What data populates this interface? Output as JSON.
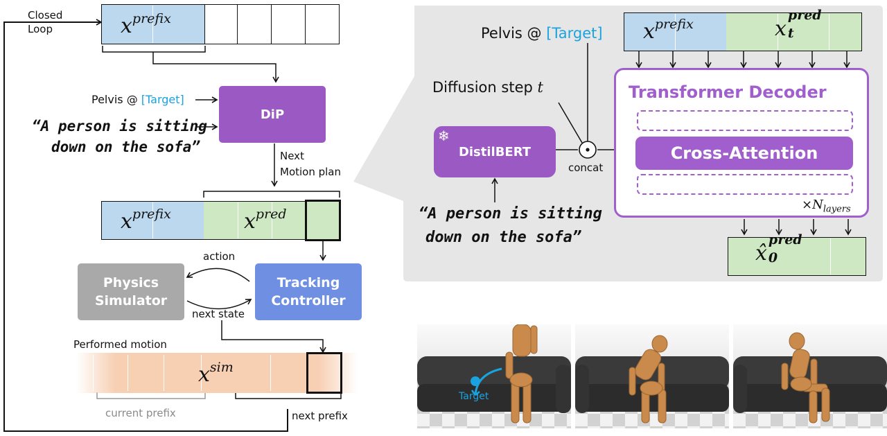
{
  "labels": {
    "closed_loop": "Closed\nLoop",
    "pelvis_left": "Pelvis @ ",
    "target_bracket": "[Target]",
    "quote_line1": "“A person is sitting",
    "quote_line2": "down on the sofa”",
    "dip": "DiP",
    "next_motion_plan": "Next\nMotion plan",
    "action": "action",
    "next_state": "next state",
    "physics_simulator": "Physics\nSimulator",
    "tracking_controller": "Tracking\nController",
    "performed_motion": "Performed motion",
    "current_prefix": "current prefix",
    "next_prefix": "next prefix",
    "pelvis_right": "Pelvis @ ",
    "diffusion_step": "Diffusion step ",
    "diffusion_t": "t",
    "distilbert": "DistilBERT",
    "concat": "concat",
    "transformer_decoder": "Transformer Decoder",
    "cross_attention": "Cross-Attention",
    "n_layers": "×N",
    "n_layers_sub": "layers",
    "target_marker": "Target",
    "snowflake": "❄"
  },
  "math": {
    "x": "x",
    "prefix": "prefix",
    "pred": "pred",
    "sim": "sim",
    "x_t": "x",
    "t_sub": "t",
    "x0": "x̂",
    "zero_sub": "0"
  },
  "colors": {
    "blue_cell": "#bcd8ef",
    "green_cell": "#cde8c3",
    "peach_cell": "#f7cfb3",
    "dip_purple": "#9b59c4",
    "decoder_purple": "#a15fce",
    "tracking_blue": "#6f8fe2",
    "physics_gray": "#a9a9a9",
    "panel_gray": "#e6e6e6",
    "target_cyan": "#1aa3df"
  }
}
